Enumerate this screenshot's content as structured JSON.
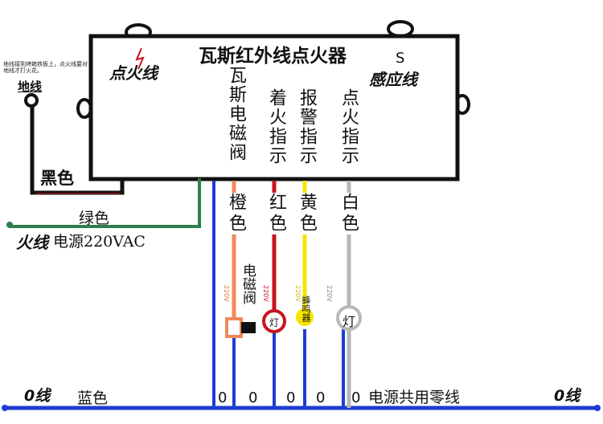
{
  "title": "瓦斯红外线点火器",
  "ignition_label": "点火线",
  "sensor_label": "感应线",
  "sensor_letter": "S",
  "ground_label": "地线",
  "ground_note": "地线接到烤箱铁板上，点火线要对地线才打火花。",
  "black_label": "黑色",
  "green_label": "绿色",
  "live_label": "火线",
  "power_label": "电源220VAC",
  "neutral_left": "0线",
  "neutral_right": "0线",
  "blue_label": "蓝色",
  "common_neutral": "电源共用零线",
  "zero": "0",
  "volt": "220V",
  "lamp": "灯",
  "terminals": [
    {
      "name": "瓦斯电磁阀",
      "color_name": "橙色",
      "wire_color": "#f08a5a"
    },
    {
      "name": "着火指示",
      "color_name": "红色",
      "wire_color": "#c8141e"
    },
    {
      "name": "报警指示",
      "color_name": "黄色",
      "wire_color": "#f5e400"
    },
    {
      "name": "点火指示",
      "color_name": "白色",
      "wire_color": "#b8b8b8"
    }
  ],
  "devices": {
    "valve": "电磁阀",
    "buzzer": "蜂鸣器"
  },
  "colors": {
    "neutral_wire": "#1e3cd2",
    "green_wire": "#2e7d4f",
    "black_wire": "#111111"
  }
}
